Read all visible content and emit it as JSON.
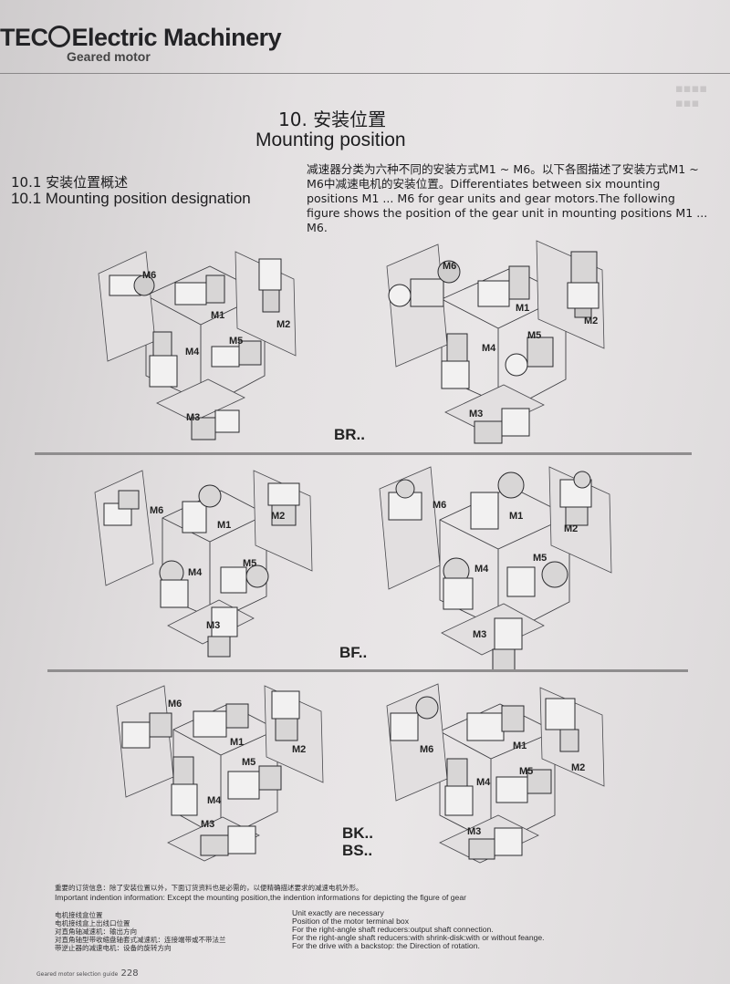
{
  "header": {
    "brand": "TEC",
    "product": "Electric Machinery",
    "subtitle": "Geared motor"
  },
  "title": {
    "cn": "10. 安装位置",
    "en": "Mounting position"
  },
  "section": {
    "cn": "10.1 安装位置概述",
    "en": "10.1 Mounting position designation"
  },
  "intro": "减速器分类为六种不同的安装方式M1 ~ M6。以下各图描述了安装方式M1 ~ M6中减速电机的安装位置。Differentiates between six mounting positions M1 ... M6 for gear units and gear motors.The following figure shows the position of the gear unit in mounting positions M1 ... M6.",
  "positions": [
    "M1",
    "M2",
    "M3",
    "M4",
    "M5",
    "M6"
  ],
  "series": {
    "br": "BR..",
    "bf": "BF..",
    "bk": "BK..",
    "bs": "BS.."
  },
  "notice": {
    "cn": "重要的订货信息：除了安装位置以外，下面订货资料也是必需的，以便精确描述要求的减速电机外形。",
    "en": "Important indention information:  Except the mounting position,the indention informations for depicting the figure of gear"
  },
  "requirements": [
    {
      "cn": "电机接线盒位置",
      "en": "Unit exactly are necessary"
    },
    {
      "cn": "电机接线盒上出线口位置",
      "en": "Position of the motor terminal box"
    },
    {
      "cn": "对直角轴减速机：输出方向",
      "en": "For the right-angle shaft reducers:output shaft connection."
    },
    {
      "cn": "对直角轴型带收缩盘轴套式减速机：连接端带或不带法兰",
      "en": "For the right-angle shaft reducers:with shrink-disk:with or without feange."
    },
    {
      "cn": "带逆止器的减速电机：设备的旋转方向",
      "en": "For the drive with a backstop: the Direction of rotation."
    }
  ],
  "footer": {
    "guide": "Geared motor selection guide",
    "page": "228"
  }
}
